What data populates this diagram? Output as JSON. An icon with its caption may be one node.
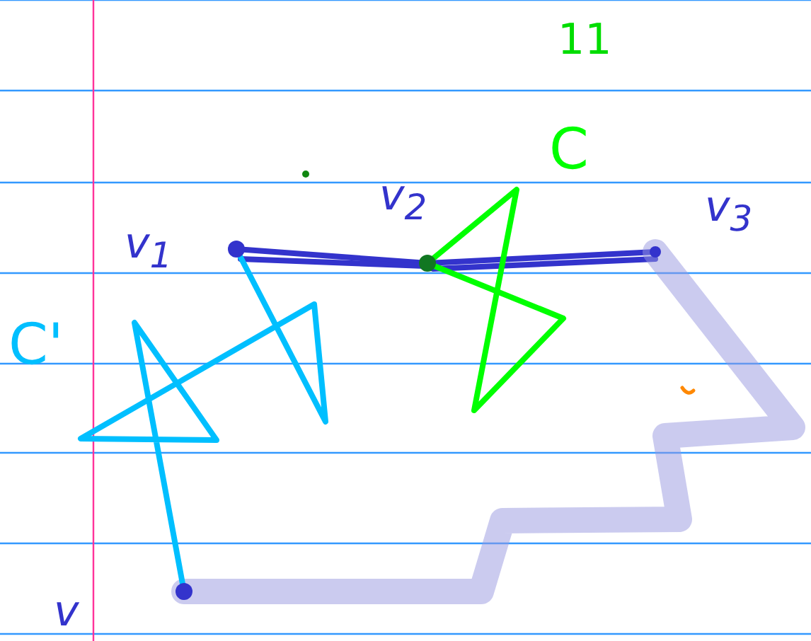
{
  "diagram": {
    "nodes": [
      {
        "text": [
          "v$_{1}$"
        ]
      },
      {
        "text": [
          "v$_{2}$"
        ]
      },
      {
        "text": [
          "v$_{3}$"
        ]
      },
      {
        "text": [
          "v"
        ]
      }
    ],
    "edges": [
      {
        "from": 0,
        "to": 1,
        "arrow": "none"
      },
      {
        "from": 1,
        "to": 2,
        "arrow": "none"
      },
      {
        "from": 2,
        "to": 3,
        "arrow": "none",
        "style": "thick",
        "color": "#9898e0"
      },
      {
        "from": 0,
        "to": 3,
        "arrow": "none",
        "label": "C'",
        "color": "#00bfff"
      },
      {
        "from": 1,
        "to": 1,
        "arrow": "none",
        "label": "C",
        "color": "#00ff00"
      }
    ],
    "labels": [
      "11"
    ]
  }
}
